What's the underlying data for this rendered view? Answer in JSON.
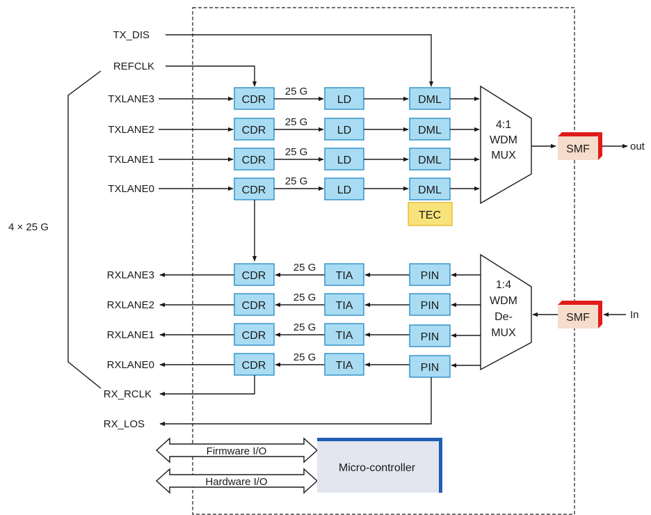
{
  "signals": {
    "tx_dis": "TX_DIS",
    "refclk": "REFCLK",
    "txlane3": "TXLANE3",
    "txlane2": "TXLANE2",
    "txlane1": "TXLANE1",
    "txlane0": "TXLANE0",
    "rxlane3": "RXLANE3",
    "rxlane2": "RXLANE2",
    "rxlane1": "RXLANE1",
    "rxlane0": "RXLANE0",
    "rx_rclk": "RX_RCLK",
    "rx_los": "RX_LOS",
    "bus_width": "4 × 25 G",
    "out": "out",
    "in": "In"
  },
  "blocks": {
    "cdr": "CDR",
    "ld": "LD",
    "dml": "DML",
    "tia": "TIA",
    "pin": "PIN",
    "tec": "TEC",
    "smf": "SMF",
    "rate": "25 G",
    "mux": [
      "4:1",
      "WDM",
      "MUX"
    ],
    "demux": [
      "1:4",
      "WDM",
      "De-",
      "MUX"
    ],
    "microcontroller": "Micro-controller",
    "firmware_io": "Firmware I/O",
    "hardware_io": "Hardware I/O"
  },
  "colors": {
    "block_fill": "#a9dcf2",
    "block_stroke": "#2a8fc7",
    "tec_fill": "#f7e37a",
    "smf_fill": "#f6dccb",
    "smf_accent": "#e01b1b",
    "mcu_fill": "#e3e6ef",
    "mcu_accent": "#1f5fb4"
  }
}
